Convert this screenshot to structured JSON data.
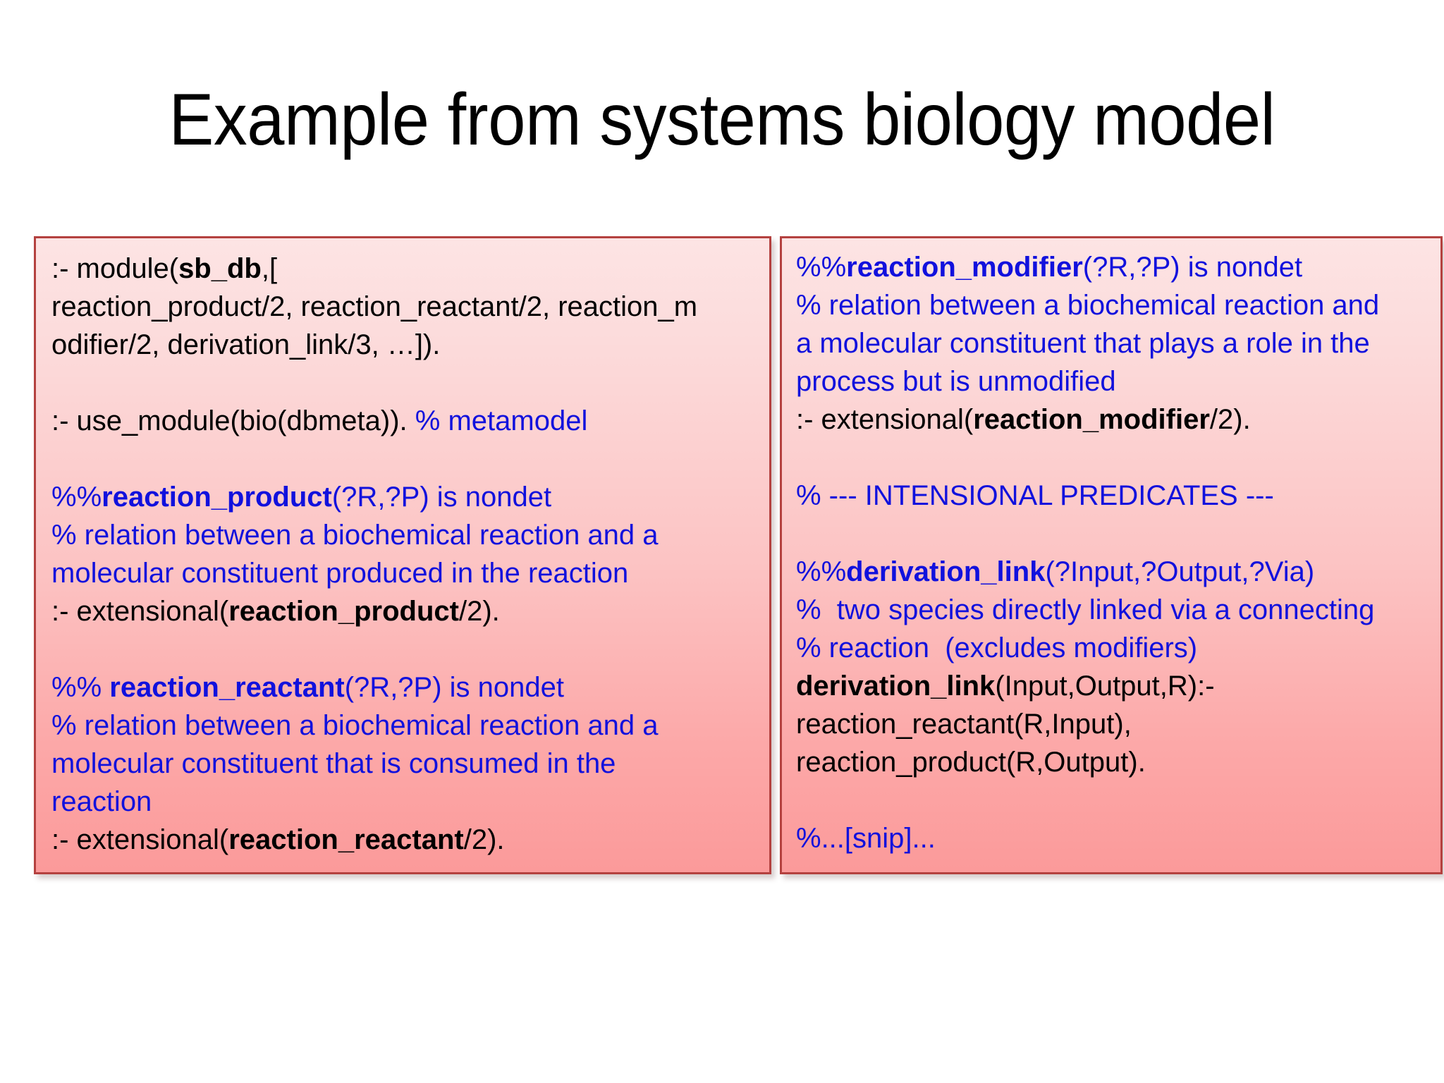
{
  "slide": {
    "title": "Example from systems biology model",
    "colors": {
      "comment_blue": "#1111DD",
      "code_black": "#000000",
      "panel_border": "#B4413F",
      "panel_fill_top": "#FDE4E4",
      "panel_fill_bottom": "#FB9A9A",
      "background": "#FFFFFF"
    }
  },
  "left_panel": {
    "name": "sb_db module declaration panel",
    "lines": [
      {
        "id": "L01",
        "segments": [
          {
            "text": ":- module(",
            "style": "code"
          },
          {
            "text": "sb_db",
            "style": "code-bold"
          },
          {
            "text": ",[",
            "style": "code"
          }
        ]
      },
      {
        "id": "L02",
        "segments": [
          {
            "text": "reaction_product/2, reaction_reactant/2, reaction_m",
            "style": "code"
          }
        ]
      },
      {
        "id": "L03",
        "segments": [
          {
            "text": "odifier/2, derivation_link/3, …]).",
            "style": "code"
          }
        ]
      },
      {
        "id": "L04",
        "segments": []
      },
      {
        "id": "L05",
        "segments": [
          {
            "text": ":- use_module(bio(dbmeta)). ",
            "style": "code"
          },
          {
            "text": "% metamodel",
            "style": "comment"
          }
        ]
      },
      {
        "id": "L06",
        "segments": []
      },
      {
        "id": "L07",
        "segments": [
          {
            "text": "%%",
            "style": "comment"
          },
          {
            "text": "reaction_product",
            "style": "comment-bold"
          },
          {
            "text": "(?R,?P) is nondet",
            "style": "comment"
          }
        ]
      },
      {
        "id": "L08",
        "segments": [
          {
            "text": "% relation between a biochemical reaction and a",
            "style": "comment"
          }
        ]
      },
      {
        "id": "L09",
        "segments": [
          {
            "text": "molecular constituent produced in the reaction",
            "style": "comment"
          }
        ]
      },
      {
        "id": "L10",
        "segments": [
          {
            "text": ":- extensional(",
            "style": "code"
          },
          {
            "text": "reaction_product",
            "style": "code-bold"
          },
          {
            "text": "/2).",
            "style": "code"
          }
        ]
      },
      {
        "id": "L11",
        "segments": []
      },
      {
        "id": "L12",
        "segments": [
          {
            "text": "%% ",
            "style": "comment"
          },
          {
            "text": "reaction_reactant",
            "style": "comment-bold"
          },
          {
            "text": "(?R,?P) is nondet",
            "style": "comment"
          }
        ]
      },
      {
        "id": "L13",
        "segments": [
          {
            "text": "% relation between a biochemical reaction and a",
            "style": "comment"
          }
        ]
      },
      {
        "id": "L14",
        "segments": [
          {
            "text": "molecular constituent that is consumed in the",
            "style": "comment"
          }
        ]
      },
      {
        "id": "L15",
        "segments": [
          {
            "text": "reaction",
            "style": "comment"
          }
        ]
      },
      {
        "id": "L16",
        "segments": [
          {
            "text": ":- extensional(",
            "style": "code"
          },
          {
            "text": "reaction_reactant",
            "style": "code-bold"
          },
          {
            "text": "/2).",
            "style": "code"
          }
        ]
      }
    ]
  },
  "right_panel": {
    "name": "reaction_modifier and intensional predicates panel",
    "lines": [
      {
        "id": "R01",
        "segments": [
          {
            "text": "%%",
            "style": "comment"
          },
          {
            "text": "reaction_modifier",
            "style": "comment-bold"
          },
          {
            "text": "(?R,?P) is nondet",
            "style": "comment"
          }
        ]
      },
      {
        "id": "R02",
        "segments": [
          {
            "text": "% relation between a biochemical reaction and",
            "style": "comment"
          }
        ]
      },
      {
        "id": "R03",
        "segments": [
          {
            "text": "a molecular constituent that plays a role in the",
            "style": "comment"
          }
        ]
      },
      {
        "id": "R04",
        "segments": [
          {
            "text": "process but is unmodified",
            "style": "comment"
          }
        ]
      },
      {
        "id": "R05",
        "segments": [
          {
            "text": ":- extensional(",
            "style": "code"
          },
          {
            "text": "reaction_modifier",
            "style": "code-bold"
          },
          {
            "text": "/2).",
            "style": "code"
          }
        ]
      },
      {
        "id": "R06",
        "segments": []
      },
      {
        "id": "R07",
        "segments": [
          {
            "text": "% --- INTENSIONAL PREDICATES ---",
            "style": "comment"
          }
        ]
      },
      {
        "id": "R08",
        "segments": []
      },
      {
        "id": "R09",
        "segments": [
          {
            "text": "%%",
            "style": "comment"
          },
          {
            "text": "derivation_link",
            "style": "comment-bold"
          },
          {
            "text": "(?Input,?Output,?Via)",
            "style": "comment"
          }
        ]
      },
      {
        "id": "R10",
        "segments": [
          {
            "text": "%  two species directly linked via a connecting",
            "style": "comment"
          }
        ]
      },
      {
        "id": "R11",
        "segments": [
          {
            "text": "% reaction  (excludes modifiers)",
            "style": "comment"
          }
        ]
      },
      {
        "id": "R12",
        "segments": [
          {
            "text": "derivation_link",
            "style": "code-bold"
          },
          {
            "text": "(Input,Output,R):-",
            "style": "code"
          }
        ]
      },
      {
        "id": "R13",
        "segments": [
          {
            "text": "reaction_reactant(R,Input),",
            "style": "code"
          }
        ]
      },
      {
        "id": "R14",
        "segments": [
          {
            "text": "reaction_product(R,Output).",
            "style": "code"
          }
        ]
      },
      {
        "id": "R15",
        "segments": []
      },
      {
        "id": "R16",
        "segments": [
          {
            "text": "%...[snip]...",
            "style": "comment"
          }
        ]
      }
    ]
  }
}
